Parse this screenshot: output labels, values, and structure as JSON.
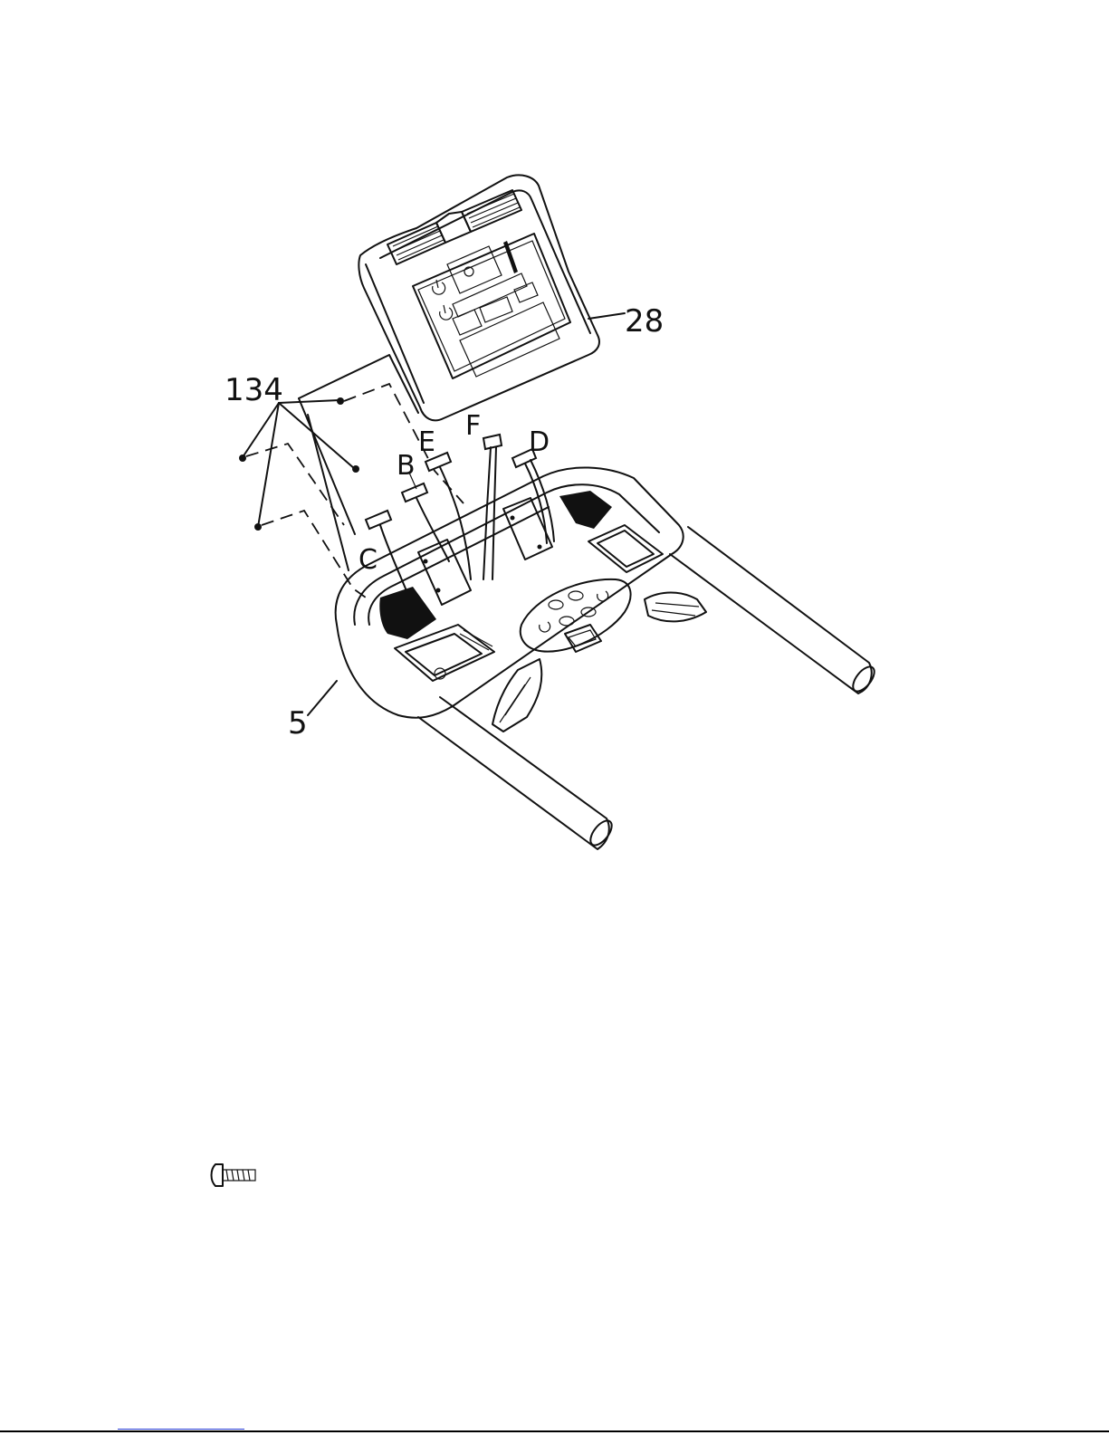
{
  "diagram": {
    "callouts": {
      "console": "28",
      "screws": "134",
      "handlebar": "5"
    },
    "connectors": {
      "b": "B",
      "c": "C",
      "d": "D",
      "e": "E",
      "f": "F"
    },
    "colors": {
      "line": "#111111",
      "background": "#ffffff",
      "footer_link": "#2a3fd6"
    },
    "icons": {
      "hardware": "button-head-screw-icon"
    }
  }
}
